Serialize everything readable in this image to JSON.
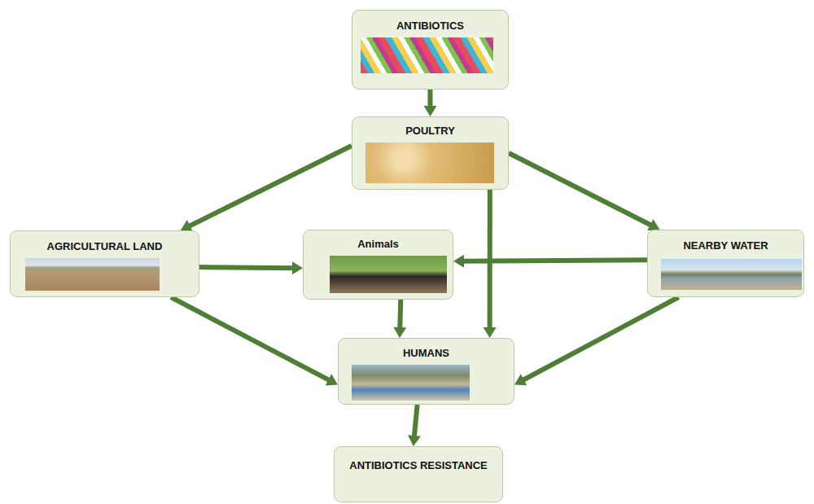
{
  "diagram": {
    "nodes": [
      {
        "text": [
          "ANTIBIOTICS"
        ]
      },
      {
        "text": [
          "POULTRY"
        ]
      },
      {
        "text": [
          "AGRICULTURAL LAND"
        ]
      },
      {
        "text": [
          "Animals"
        ]
      },
      {
        "text": [
          "NEARBY WATER"
        ]
      },
      {
        "text": [
          "HUMANS"
        ]
      },
      {
        "text": [
          "ANTIBIOTICS RESISTANCE"
        ]
      }
    ],
    "edges": [
      {
        "from": 0,
        "to": 1,
        "arrow": "to"
      },
      {
        "from": 1,
        "to": 2,
        "arrow": "to"
      },
      {
        "from": 1,
        "to": 5,
        "arrow": "to"
      },
      {
        "from": 1,
        "to": 4,
        "arrow": "to"
      },
      {
        "from": 2,
        "to": 3,
        "arrow": "to"
      },
      {
        "from": 4,
        "to": 3,
        "arrow": "to"
      },
      {
        "from": 2,
        "to": 5,
        "arrow": "to"
      },
      {
        "from": 3,
        "to": 5,
        "arrow": "to"
      },
      {
        "from": 4,
        "to": 5,
        "arrow": "to"
      },
      {
        "from": 5,
        "to": 6,
        "arrow": "to"
      }
    ]
  }
}
